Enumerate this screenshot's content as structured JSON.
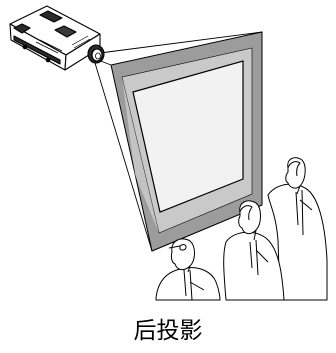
{
  "caption": "后投影",
  "colors": {
    "outline": "#000000",
    "screen_frame": "#9c9c9c",
    "screen_inner": "#efefef",
    "screen_border": "#c9c9c9",
    "projector_body": "#ffffff",
    "projector_dark": "#2a2a2a"
  },
  "icons": [
    "projector-icon",
    "projection-screen",
    "audience-person"
  ]
}
